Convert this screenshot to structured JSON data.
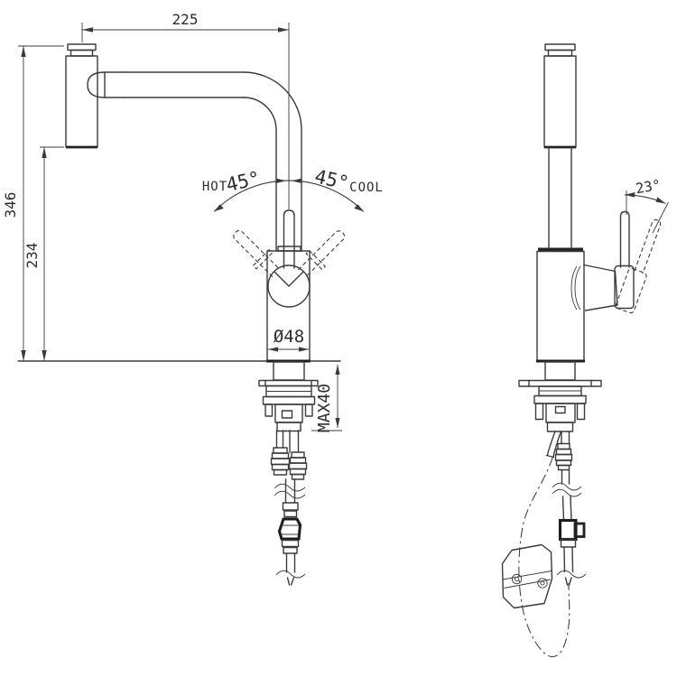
{
  "diagram": {
    "background_color": "#ffffff",
    "line_color": "#3b3b3b",
    "text_color": "#2d2d2d",
    "front_view": {
      "dim_spout_reach": "225",
      "dim_total_height": "346",
      "dim_outlet_height": "234",
      "label_hot": "HOT",
      "angle_hot": "45°",
      "angle_cool": "45°",
      "label_cool": "COOL",
      "dim_body_diameter": "Ø48",
      "dim_max_counter_thickness": "MAX40"
    },
    "side_view": {
      "angle_handle_tilt": "23°"
    }
  }
}
